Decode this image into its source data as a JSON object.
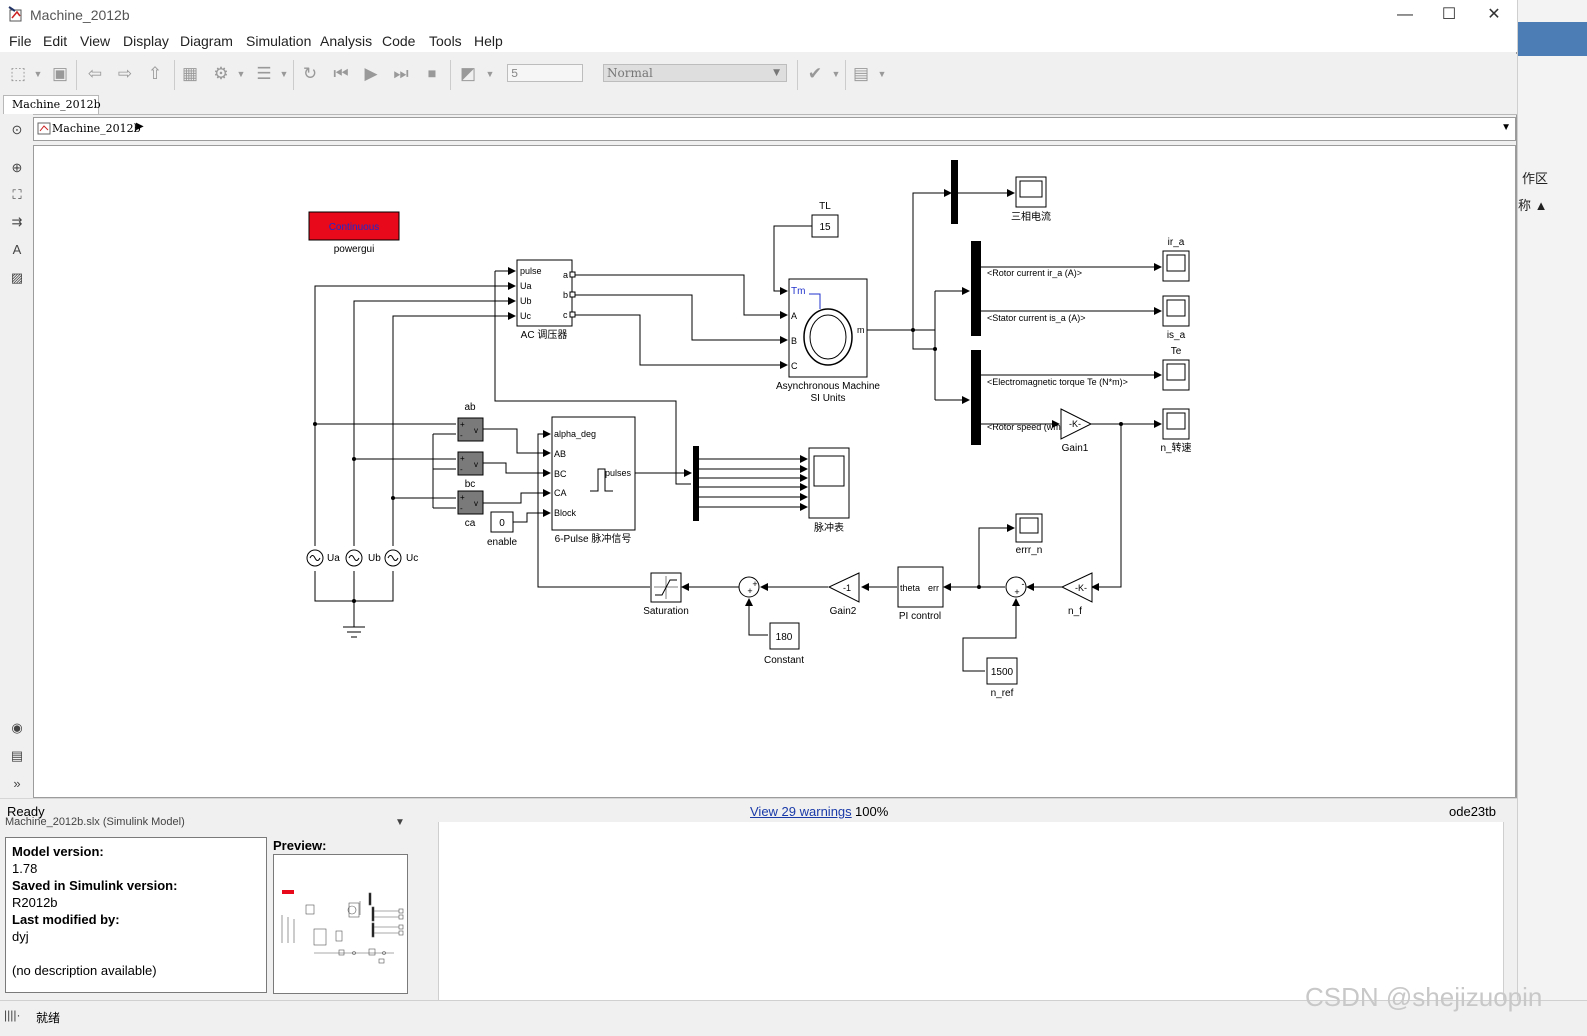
{
  "window": {
    "title": "Machine_2012b",
    "minimize": "—",
    "maximize": "☐",
    "close": "✕"
  },
  "menu": [
    "File",
    "Edit",
    "View",
    "Display",
    "Diagram",
    "Simulation",
    "Analysis",
    "Code",
    "Tools",
    "Help"
  ],
  "toolbar": {
    "stop_time": "5",
    "sim_mode": "Normal"
  },
  "tab": {
    "label": "Machine_2012b"
  },
  "address": {
    "path": "Machine_2012b"
  },
  "status": {
    "left": "Ready",
    "warnings": "View 29 warnings",
    "zoom": "100%",
    "solver": "ode23tb"
  },
  "diagram": {
    "powergui": {
      "label": "Continuous",
      "name": "powergui"
    },
    "ac": {
      "name": "AC 调压器",
      "in": [
        "pulse",
        "Ua",
        "Ub",
        "Uc"
      ],
      "out": [
        "a",
        "b",
        "c"
      ]
    },
    "tl": {
      "name": "TL",
      "value": "15"
    },
    "machine": {
      "name1": "Asynchronous Machine",
      "name2": "SI Units",
      "tm": "Tm",
      "a": "A",
      "b": "B",
      "c": "C",
      "m": "m"
    },
    "scopes": {
      "three": "三相电流",
      "ira": "ir_a",
      "isa": "is_a",
      "te": "Te",
      "n": "n_转速",
      "pulse": "脉冲表",
      "err": "errr_n"
    },
    "bus": {
      "rotor": "<Rotor current ir_a (A)>",
      "stator": "<Stator current is_a (A)>",
      "torque": "<Electromagnetic torque Te (N*m)>",
      "speed": "<Rotor speed (wm)>"
    },
    "gain1": {
      "name": "Gain1",
      "value": "-K-"
    },
    "vm": {
      "ab": "ab",
      "bc": "bc",
      "ca": "ca",
      "v": "v",
      "plus": "+",
      "minus": "-"
    },
    "pulse": {
      "name": "6-Pulse 脉冲信号",
      "in": [
        "alpha_deg",
        "AB",
        "BC",
        "CA",
        "Block"
      ],
      "out": "pulses"
    },
    "enable": {
      "name": "enable",
      "value": "0"
    },
    "sources": {
      "ua": "Ua",
      "ub": "Ub",
      "uc": "Uc"
    },
    "saturation": "Saturation",
    "gain2": {
      "name": "Gain2",
      "value": "-1"
    },
    "constant": {
      "name": "Constant",
      "value": "180"
    },
    "pi": {
      "name": "PI control",
      "theta": "theta",
      "err": "err"
    },
    "nf": {
      "name": "n_f",
      "value": "-K-"
    },
    "nref": {
      "name": "n_ref",
      "value": "1500"
    },
    "plus": "+",
    "minus": "-"
  },
  "fileinfo": {
    "header": "Machine_2012b.slx (Simulink Model)",
    "model_version_label": "Model version:",
    "model_version": "1.78",
    "saved_label": "Saved in Simulink version:",
    "saved": "R2012b",
    "modified_label": "Last modified by:",
    "modified": "dyj",
    "desc": "(no description available)",
    "preview": "Preview:"
  },
  "right_strip": {
    "t1": "作区",
    "t2": "称 ▲"
  },
  "bottom": {
    "status": "就绪"
  },
  "watermark": "CSDN @shejizuopin"
}
